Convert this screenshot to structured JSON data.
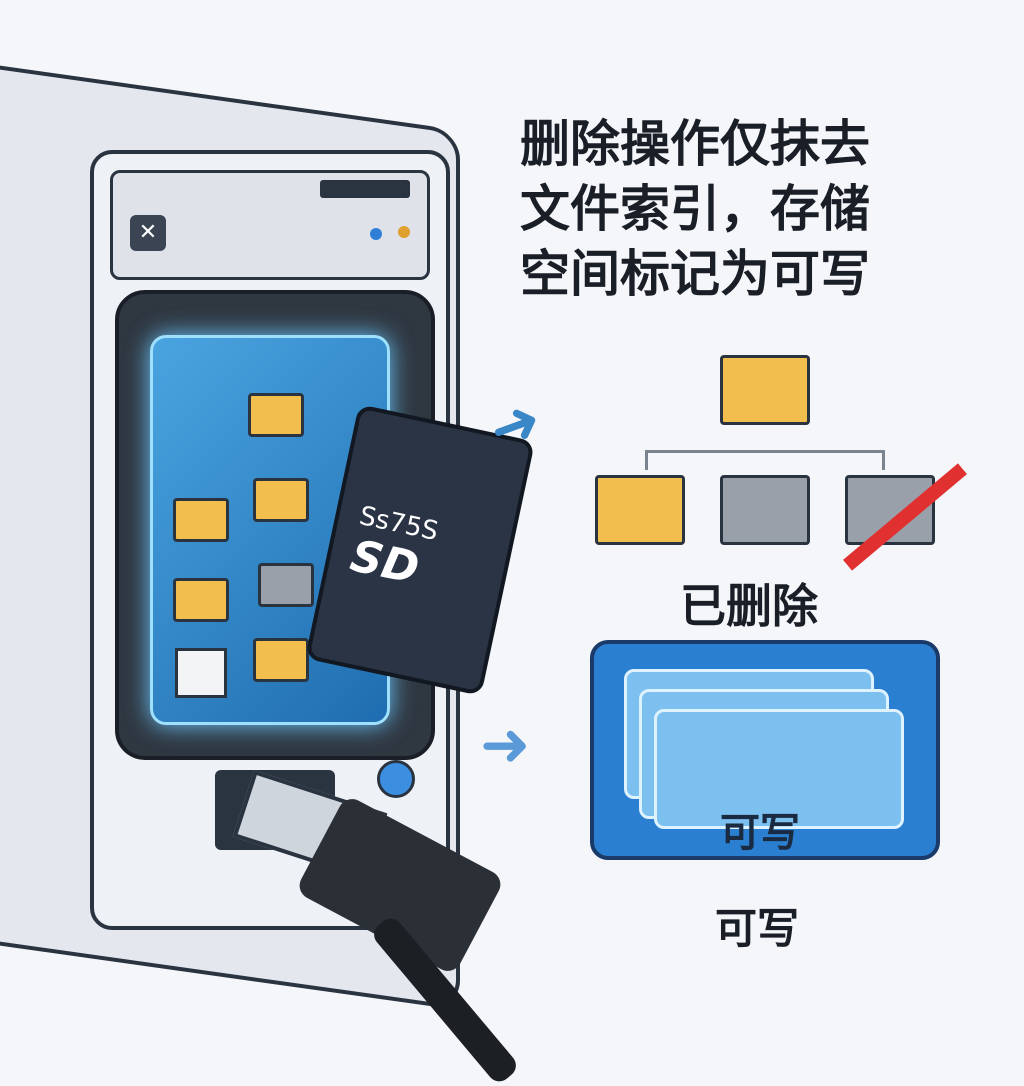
{
  "headline": "删除操作仅抹去文件索引，存储空间标记为可写",
  "headline_lines": [
    "删除操作仅抹去",
    "文件索引，存储",
    "空间标记为可写"
  ],
  "deleted_label": "已删除",
  "writable_box_label": "可写",
  "writable_label": "可写",
  "sd_card": {
    "brand_line1": "Ss75S",
    "brand_line2": "SD"
  },
  "colors": {
    "folder": "#f2bf4e",
    "accent_blue": "#2b7fd0",
    "delete_arrow": "#e03030"
  }
}
